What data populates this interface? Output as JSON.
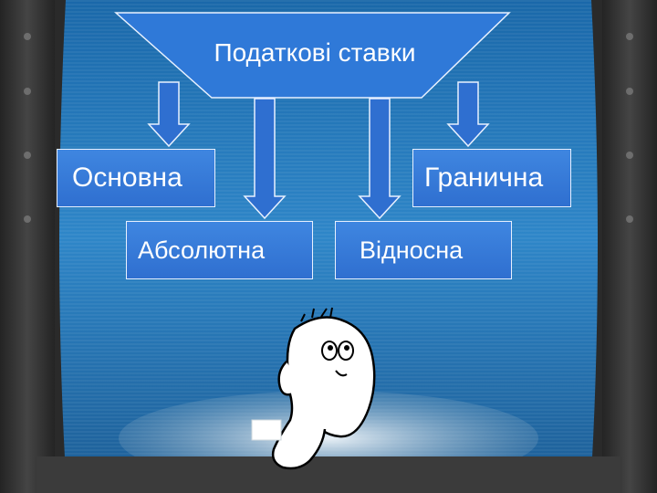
{
  "diagram": {
    "title": "Податкові ставки",
    "nodes": {
      "main": "Основна",
      "limit": "Гранична",
      "absolute": "Абсолютна",
      "relative": "Відносна"
    }
  },
  "colors": {
    "panel_blue": "#2f79d8",
    "arrow_blue": "#2f6fd0",
    "frame_dark": "#3a3a3a",
    "text": "#ffffff"
  },
  "icons": {
    "character": "thinking-cartoon-character-icon"
  }
}
